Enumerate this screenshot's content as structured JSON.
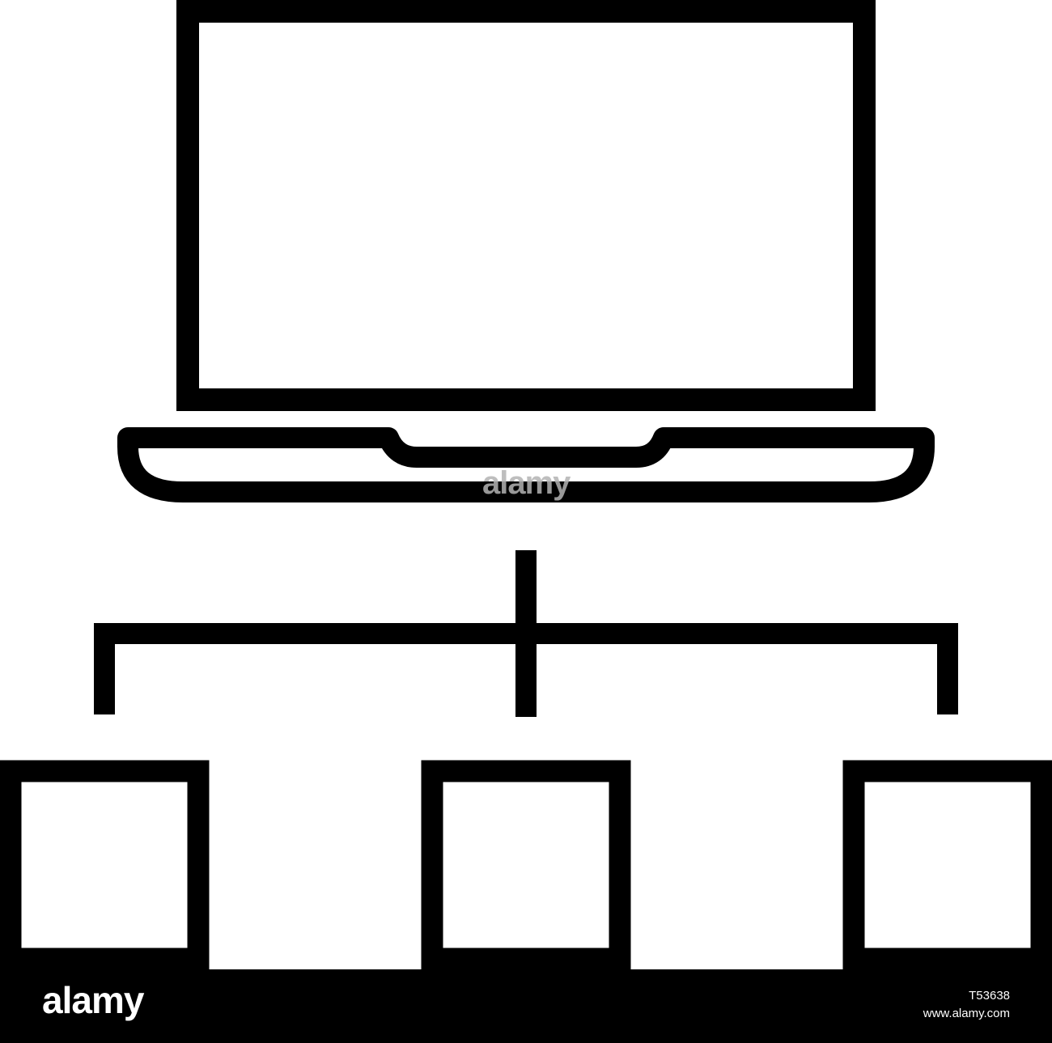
{
  "diagram": {
    "stroke_color": "#000000",
    "background_color": "#ffffff",
    "icon": "laptop-network-hierarchy-icon",
    "nodes": [
      {
        "id": "laptop",
        "icon": "laptop-icon"
      },
      {
        "id": "child-left",
        "icon": "square-node-icon"
      },
      {
        "id": "child-center",
        "icon": "square-node-icon"
      },
      {
        "id": "child-right",
        "icon": "square-node-icon"
      }
    ]
  },
  "watermark": {
    "text": "alamy"
  },
  "footer": {
    "brand": "alamy",
    "image_id": "T53638",
    "url": "www.alamy.com",
    "background_color": "#000000",
    "text_color": "#ffffff"
  }
}
